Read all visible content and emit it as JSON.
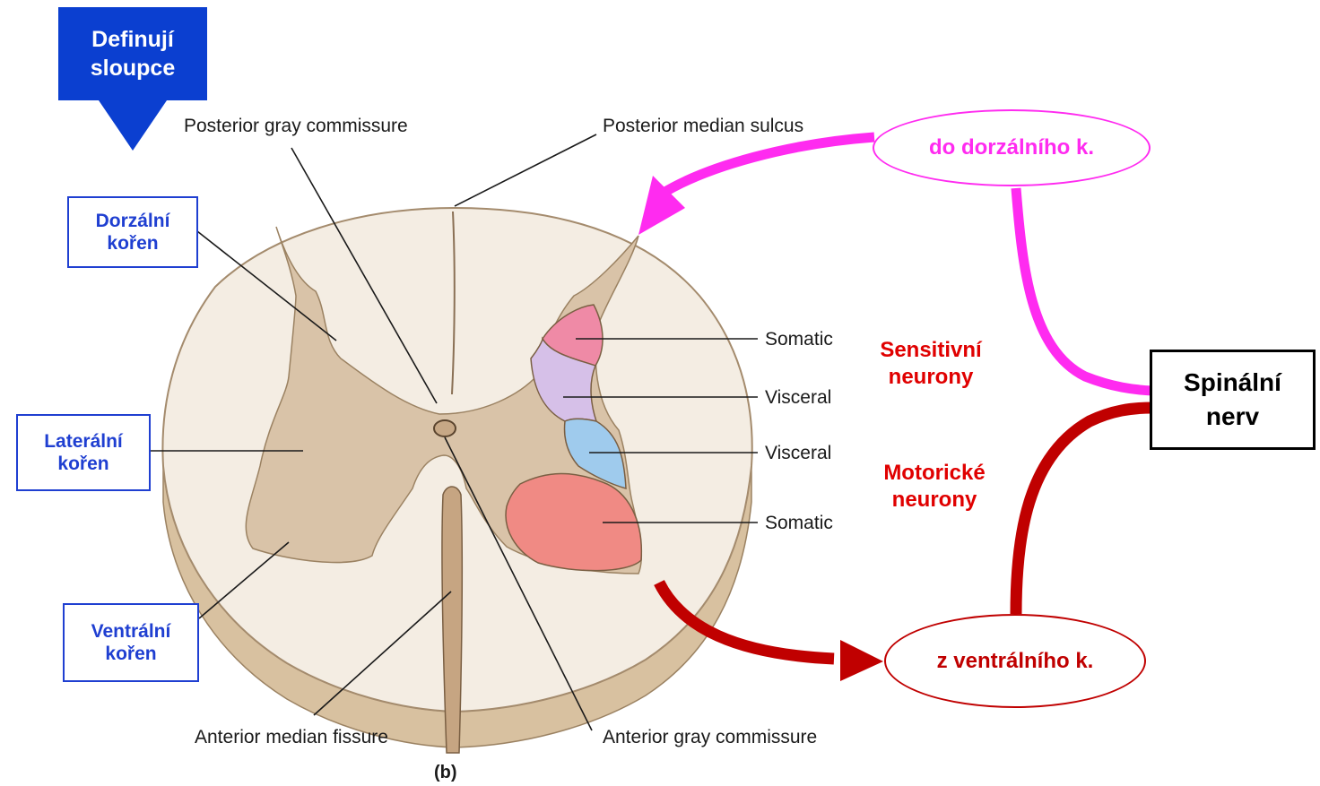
{
  "header": {
    "line1": "Definují",
    "line2": "sloupce"
  },
  "columns": {
    "dorsal": {
      "line1": "Dorzální",
      "line2": "kořen"
    },
    "lateral": {
      "line1": "Laterální",
      "line2": "kořen"
    },
    "ventral": {
      "line1": "Ventrální",
      "line2": "kořen"
    }
  },
  "anatomy_labels": {
    "posterior_gray_commissure": "Posterior gray commissure",
    "posterior_median_sulcus": "Posterior median sulcus",
    "somatic_top": "Somatic",
    "visceral_top": "Visceral",
    "visceral_bottom": "Visceral",
    "somatic_bottom": "Somatic",
    "anterior_median_fissure": "Anterior median fissure",
    "anterior_gray_commissure": "Anterior gray commissure",
    "panel": "(b)"
  },
  "neurons": {
    "sensory": {
      "line1": "Sensitivní",
      "line2": "neurony"
    },
    "motor": {
      "line1": "Motorické",
      "line2": "neurony"
    }
  },
  "roots": {
    "to_dorsal": "do dorzálního k.",
    "from_ventral": "z ventrálního k."
  },
  "nerve": {
    "line1": "Spinální",
    "line2": "nerv"
  },
  "colors": {
    "header_bg": "#0b3fd0",
    "column_label_blue": "#1f3fd1",
    "neuron_red": "#e00000",
    "dorsal_arrow_magenta": "#ff2bf0",
    "ventral_arrow_darkred": "#c00000",
    "white_matter": "#f3ece2",
    "gray_matter": "#d9c3a8",
    "somatic_sensory": "#ef8aa6",
    "visceral_sensory": "#d6c0e8",
    "visceral_motor": "#9fcbed",
    "somatic_motor": "#f08a84"
  }
}
